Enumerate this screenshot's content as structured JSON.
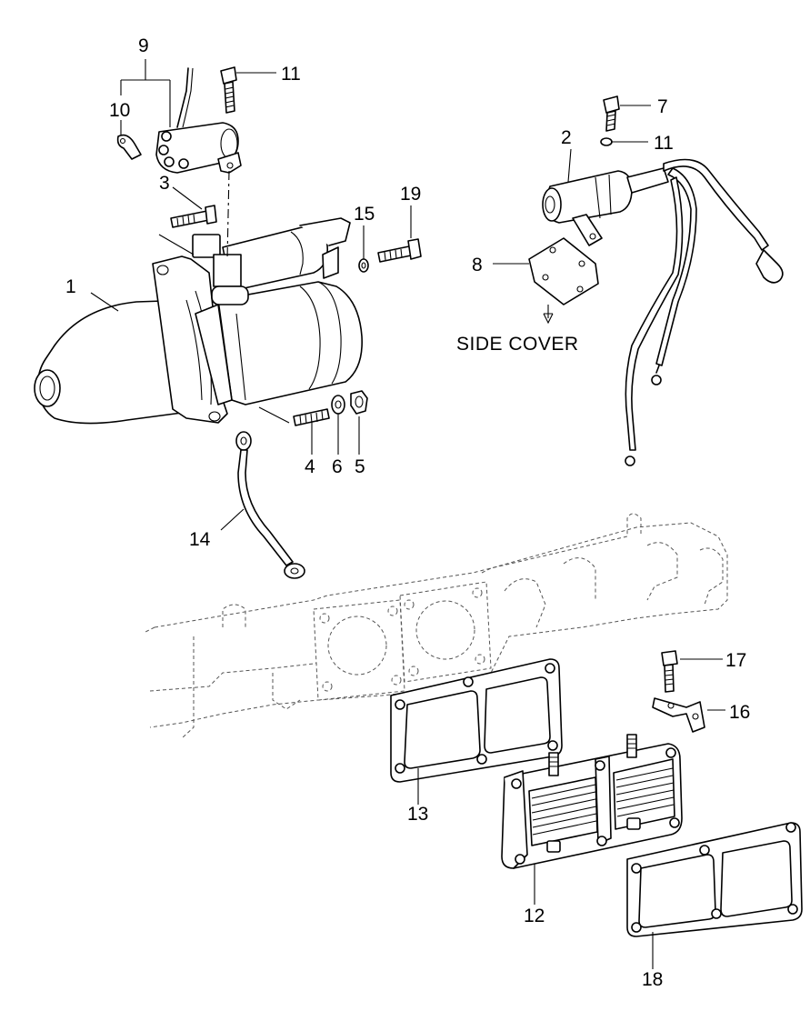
{
  "callouts": [
    {
      "id": "1",
      "text": "1"
    },
    {
      "id": "2",
      "text": "2"
    },
    {
      "id": "3",
      "text": "3"
    },
    {
      "id": "4",
      "text": "4"
    },
    {
      "id": "5",
      "text": "5"
    },
    {
      "id": "6",
      "text": "6"
    },
    {
      "id": "7",
      "text": "7"
    },
    {
      "id": "8",
      "text": "8"
    },
    {
      "id": "9",
      "text": "9"
    },
    {
      "id": "10",
      "text": "10"
    },
    {
      "id": "11a",
      "text": "11"
    },
    {
      "id": "11b",
      "text": "11"
    },
    {
      "id": "12",
      "text": "12"
    },
    {
      "id": "13",
      "text": "13"
    },
    {
      "id": "14",
      "text": "14"
    },
    {
      "id": "15",
      "text": "15"
    },
    {
      "id": "16",
      "text": "16"
    },
    {
      "id": "17",
      "text": "17"
    },
    {
      "id": "18",
      "text": "18"
    },
    {
      "id": "19",
      "text": "19"
    }
  ],
  "annotations": {
    "side_cover": "SIDE COVER"
  }
}
